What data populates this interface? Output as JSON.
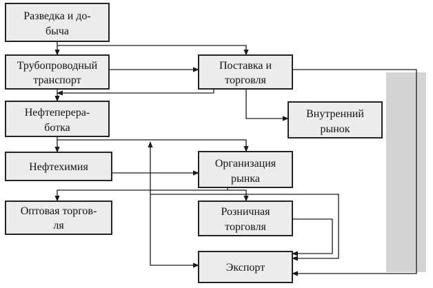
{
  "nodes": {
    "exploration": {
      "line1": "Разведка и до-",
      "line2": "быча"
    },
    "pipeline": {
      "line1": "Трубопроводный",
      "line2": "транспорт"
    },
    "supply": {
      "line1": "Поставка и",
      "line2": "торговля"
    },
    "domestic": {
      "line1": "Внутренний",
      "line2": "рынок"
    },
    "refining": {
      "line1": "Нефтеперера-",
      "line2": "ботка"
    },
    "petrochem": {
      "line1": "Нефтехимия"
    },
    "market_org": {
      "line1": "Организация",
      "line2": "рынка"
    },
    "wholesale": {
      "line1": "Оптовая торгов-",
      "line2": "ля"
    },
    "retail": {
      "line1": "Розничная",
      "line2": "торговля"
    },
    "export": {
      "line1": "Экспорт"
    }
  },
  "colors": {
    "box_fill": "#ececec",
    "box_stroke": "#222222",
    "line": "#1a1a1a",
    "shade": "#d4d4d4"
  }
}
